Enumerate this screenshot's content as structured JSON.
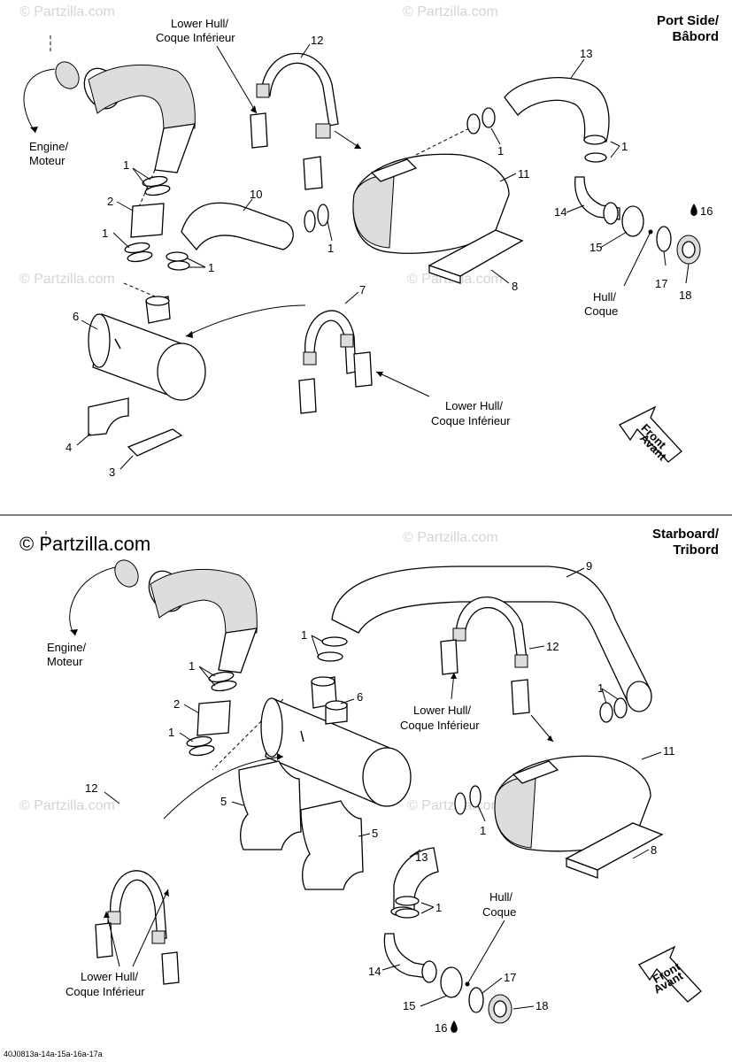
{
  "watermark": "© Partzilla.com",
  "watermark_bold": "© Partzilla.com",
  "footer_code": "40J0813a-14a-15a-16a-17a",
  "port": {
    "title_line1": "Port Side/",
    "title_line2": "Bâbord",
    "engine_line1": "Engine/",
    "engine_line2": "Moteur",
    "lower_hull_top_line1": "Lower Hull/",
    "lower_hull_top_line2": "Coque Inférieur",
    "lower_hull_mid_line1": "Lower Hull/",
    "lower_hull_mid_line2": "Coque Inférieur",
    "hull_line1": "Hull/",
    "hull_line2": "Coque",
    "front_line1": "Front",
    "front_line2": "Avant",
    "callouts": [
      "12",
      "13",
      "1",
      "1",
      "11",
      "14",
      "16",
      "10",
      "1",
      "2",
      "1",
      "1",
      "15",
      "17",
      "18",
      "8",
      "7",
      "6",
      "4",
      "3"
    ]
  },
  "starboard": {
    "title_line1": "Starboard/",
    "title_line2": "Tribord",
    "engine_line1": "Engine/",
    "engine_line2": "Moteur",
    "lower_hull_mid_line1": "Lower Hull/",
    "lower_hull_mid_line2": "Coque Inférieur",
    "lower_hull_bot_line1": "Lower Hull/",
    "lower_hull_bot_line2": "Coque Inférieur",
    "hull_line1": "Hull/",
    "hull_line2": "Coque",
    "front_line1": "Front",
    "front_line2": "Avant",
    "callouts": [
      "9",
      "1",
      "6",
      "12",
      "1",
      "2",
      "1",
      "11",
      "12",
      "5",
      "5",
      "1",
      "13",
      "1",
      "8",
      "14",
      "17",
      "15",
      "18",
      "16"
    ]
  },
  "colors": {
    "line": "#000000",
    "watermark": "#d4d4d4",
    "shade": "#dddddd"
  }
}
